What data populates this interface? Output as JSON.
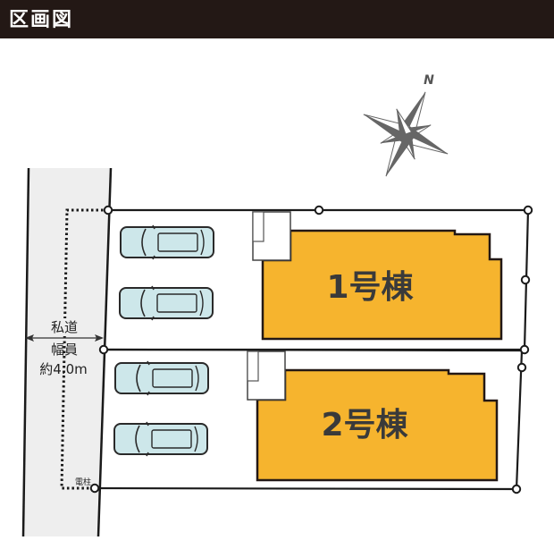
{
  "header": {
    "title": "区画図"
  },
  "compass": {
    "label": "N"
  },
  "road": {
    "type_label": "私道",
    "width_label": "幅員",
    "width_value": "約4.0m"
  },
  "utility_pole": {
    "label": "電柱"
  },
  "lots": [
    {
      "name": "1号棟",
      "parking_spaces": 2
    },
    {
      "name": "2号棟",
      "parking_spaces": 2
    }
  ],
  "colors": {
    "header_bg": "#231815",
    "building_fill": "#f6b42e",
    "road_fill": "#eeeeee",
    "car_fill": "#cde7ea",
    "compass": "#666666"
  }
}
